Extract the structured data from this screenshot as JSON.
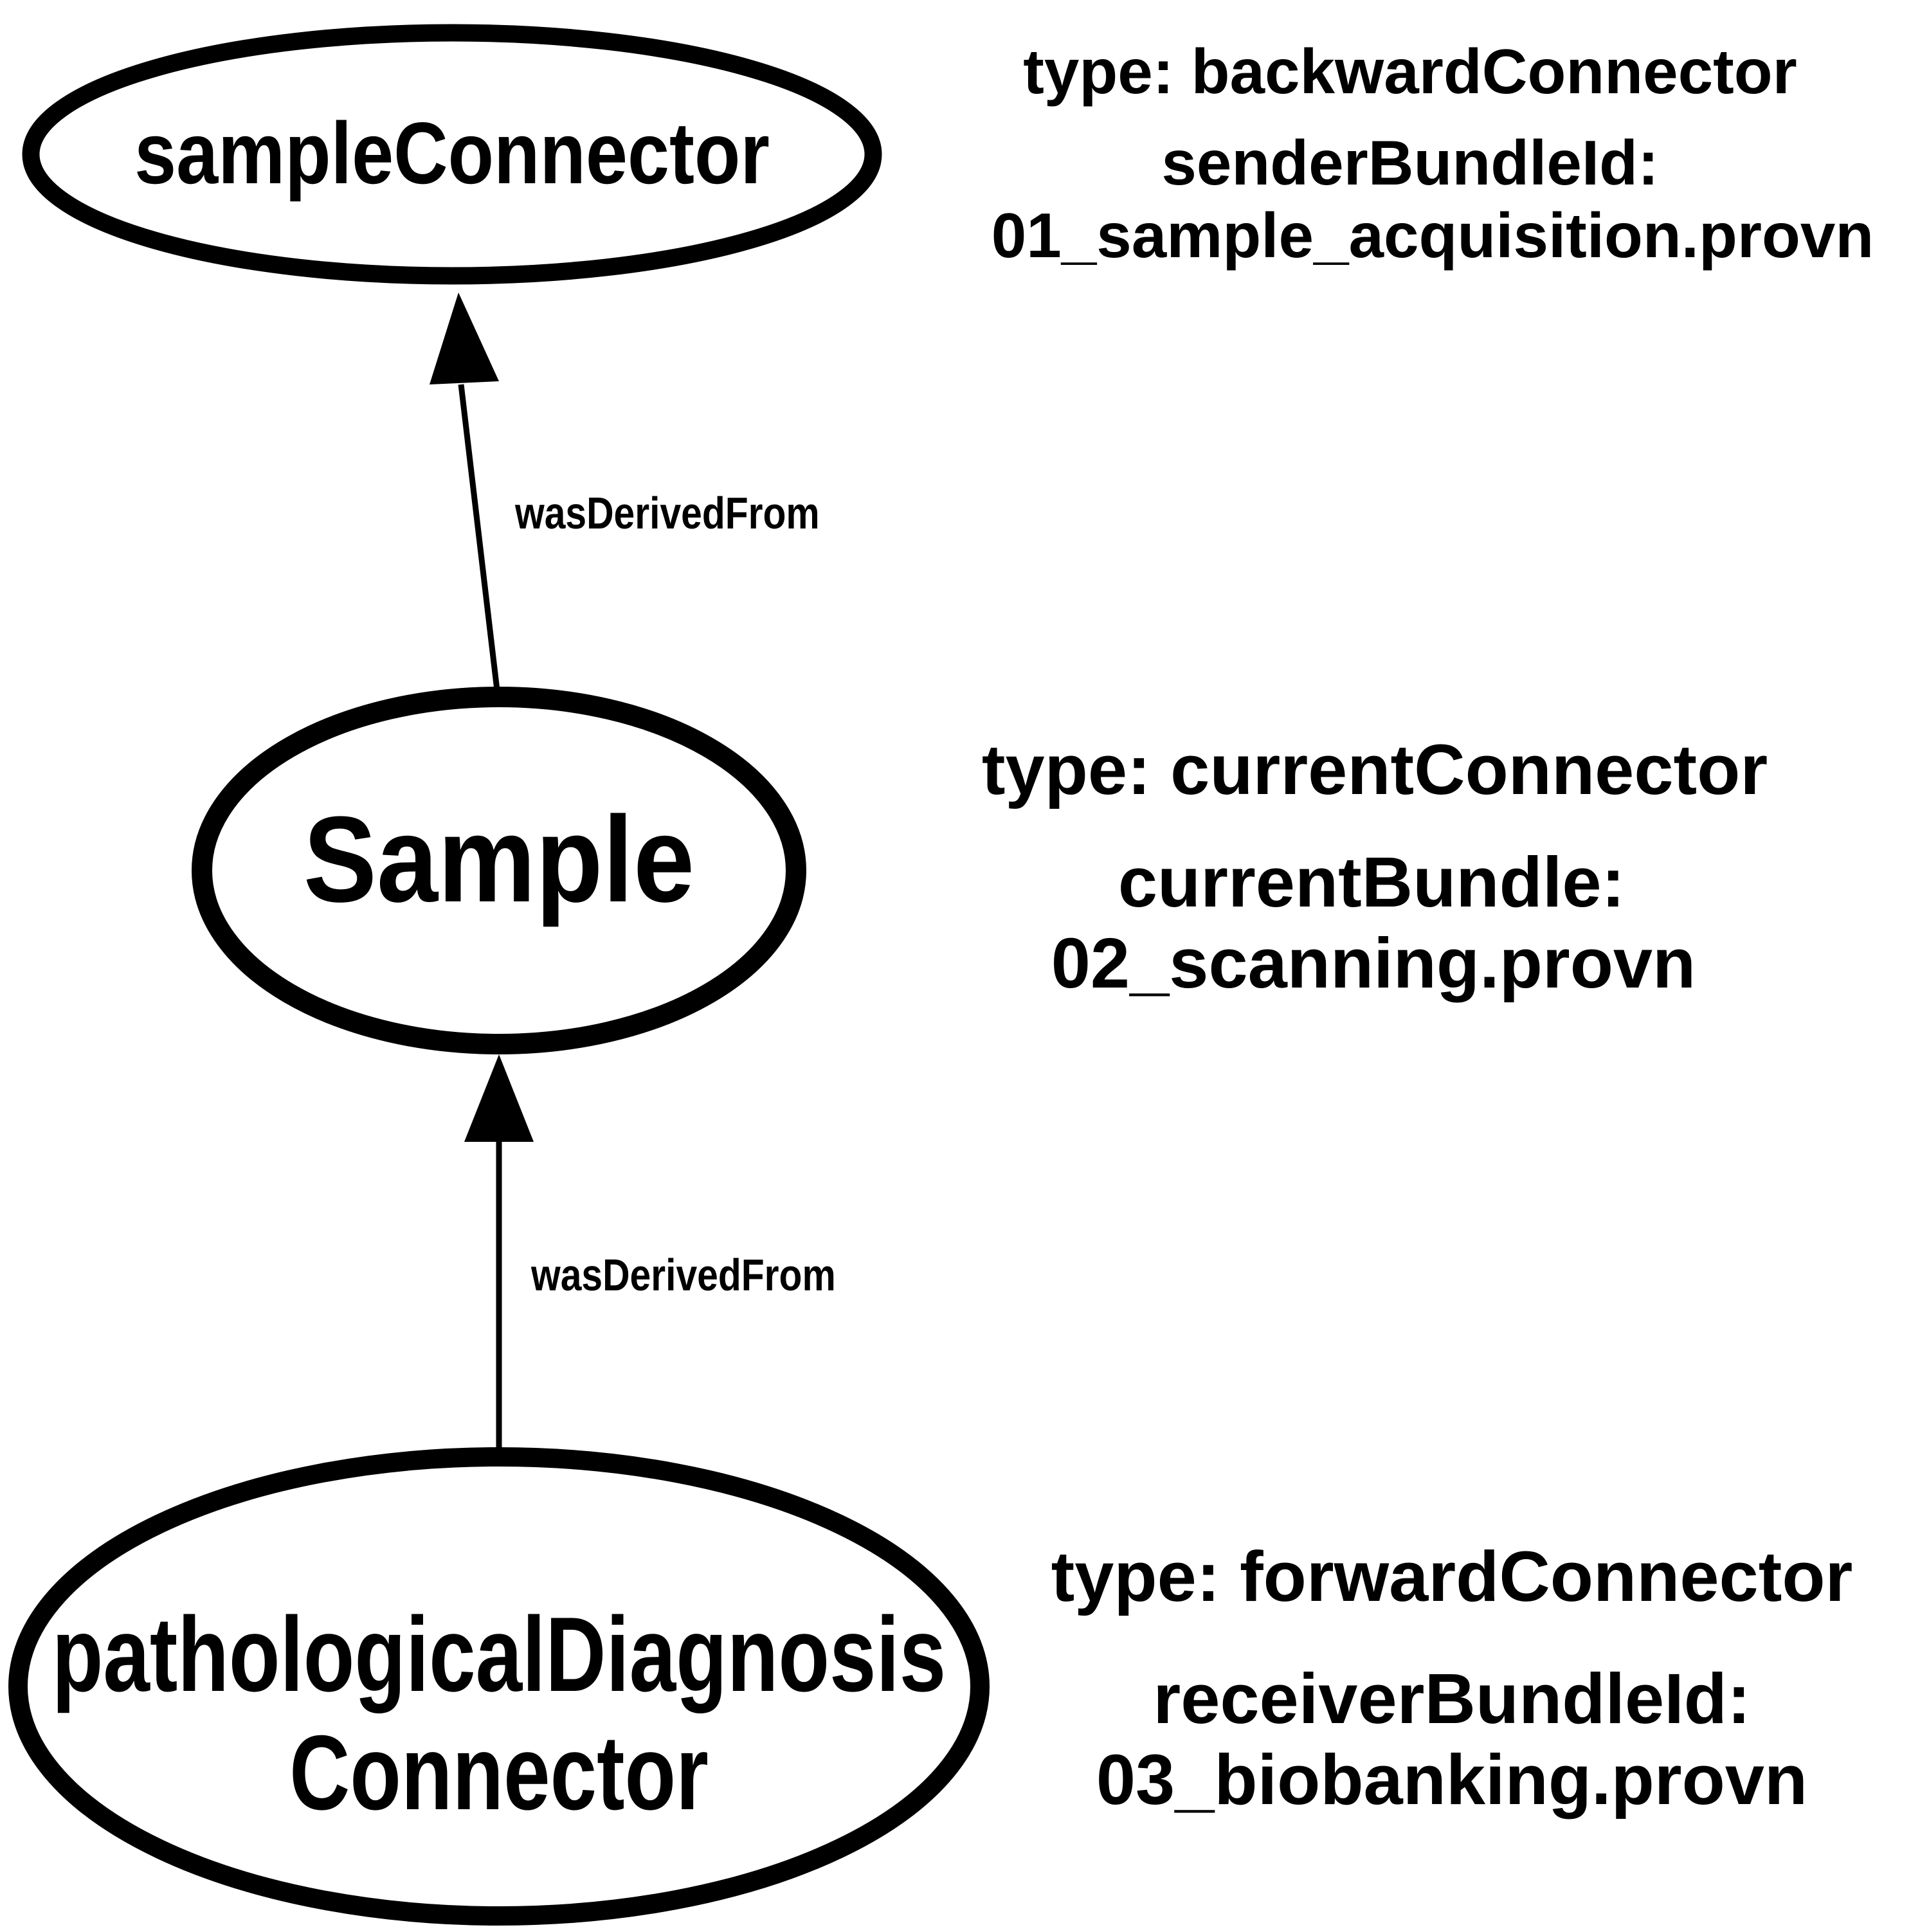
{
  "diagram": {
    "nodes": {
      "sample_connector": {
        "label": "sampleConnector",
        "info": {
          "type_line": "type: backwardConnector",
          "key_line": "senderBundleId:",
          "value_line": "01_sample_acquisition.provn"
        }
      },
      "sample": {
        "label": "Sample",
        "info": {
          "type_line": "type: currentConnector",
          "key_line": "currentBundle:",
          "value_line": "02_scanning.provn"
        }
      },
      "pathological_connector": {
        "label_line1": "pathologicalDiagnosis",
        "label_line2": "Connector",
        "info": {
          "type_line": "type: forwardConnector",
          "key_line": "receiverBundleId:",
          "value_line": "03_biobanking.provn"
        }
      }
    },
    "edges": {
      "sample_to_connector": {
        "label": "wasDerivedFrom"
      },
      "pathological_to_sample": {
        "label": "wasDerivedFrom"
      }
    }
  }
}
